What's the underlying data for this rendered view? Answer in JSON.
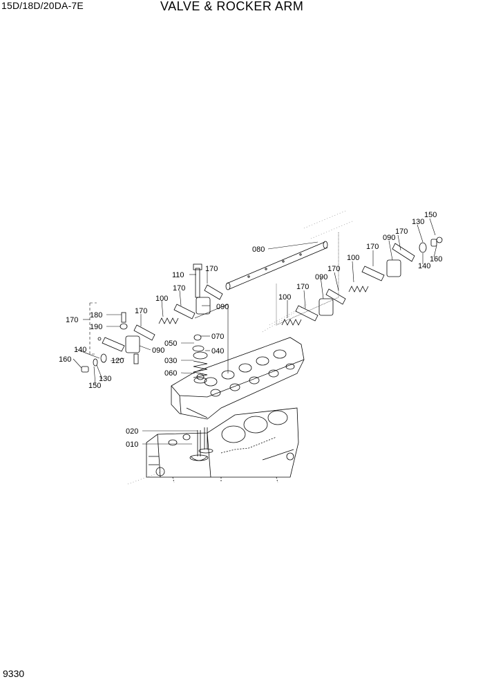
{
  "header": {
    "model": "15D/18D/20DA-7E",
    "title": "VALVE & ROCKER ARM"
  },
  "footer": {
    "page_number": "9330"
  },
  "diagram": {
    "callouts": [
      {
        "id": "c-080",
        "text": "080"
      },
      {
        "id": "c-150-r",
        "text": "150"
      },
      {
        "id": "c-130-r",
        "text": "130"
      },
      {
        "id": "c-170-r1",
        "text": "170"
      },
      {
        "id": "c-090-r1",
        "text": "090"
      },
      {
        "id": "c-170-r2",
        "text": "170"
      },
      {
        "id": "c-100-r1",
        "text": "100"
      },
      {
        "id": "c-160-r",
        "text": "160"
      },
      {
        "id": "c-140-r",
        "text": "140"
      },
      {
        "id": "c-170-r3",
        "text": "170"
      },
      {
        "id": "c-090-r2",
        "text": "090"
      },
      {
        "id": "c-170-r4",
        "text": "170"
      },
      {
        "id": "c-100-r2",
        "text": "100"
      },
      {
        "id": "c-110",
        "text": "110"
      },
      {
        "id": "c-170-m1",
        "text": "170"
      },
      {
        "id": "c-170-m2",
        "text": "170"
      },
      {
        "id": "c-100-m",
        "text": "100"
      },
      {
        "id": "c-090-m",
        "text": "090"
      },
      {
        "id": "c-170-left",
        "text": "170"
      },
      {
        "id": "c-180",
        "text": "180"
      },
      {
        "id": "c-190",
        "text": "190"
      },
      {
        "id": "c-170-l",
        "text": "170"
      },
      {
        "id": "c-070",
        "text": "070"
      },
      {
        "id": "c-050",
        "text": "050"
      },
      {
        "id": "c-090-l",
        "text": "090"
      },
      {
        "id": "c-040",
        "text": "040"
      },
      {
        "id": "c-030",
        "text": "030"
      },
      {
        "id": "c-140-l",
        "text": "140"
      },
      {
        "id": "c-120",
        "text": "120"
      },
      {
        "id": "c-160-l",
        "text": "160"
      },
      {
        "id": "c-130-l",
        "text": "130"
      },
      {
        "id": "c-150-l",
        "text": "150"
      },
      {
        "id": "c-060",
        "text": "060"
      },
      {
        "id": "c-020",
        "text": "020"
      },
      {
        "id": "c-010",
        "text": "010"
      }
    ]
  }
}
